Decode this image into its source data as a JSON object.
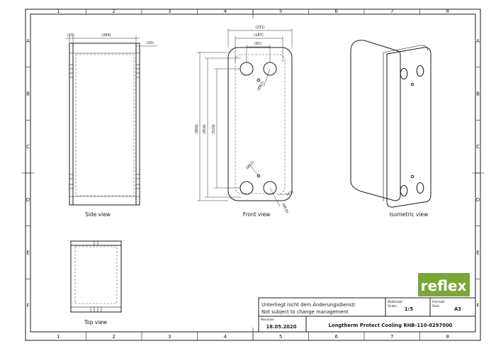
{
  "zones": {
    "columns": [
      "1",
      "2",
      "3",
      "4",
      "5",
      "6",
      "7",
      "8"
    ],
    "rows": [
      "A",
      "B",
      "C",
      "D",
      "E",
      "F"
    ]
  },
  "side_view": {
    "label": "Side view",
    "dims": {
      "left": "(20)",
      "width": "(289)",
      "right": "(20)"
    }
  },
  "front_view": {
    "label": "Front view",
    "dims": {
      "overall_width": "(231)",
      "port_span": "(187)",
      "port_gap": "(91)",
      "height_total": "(860)",
      "height_ports": "(816)",
      "height_inner": "(520)",
      "port_dia_top": "(Ø62)",
      "port_dia_mid": "(Ø12)",
      "chamfer": "(43)",
      "radius": "(99.9)"
    }
  },
  "isometric_view": {
    "label": "Isometric view"
  },
  "top_view": {
    "label": "Top view"
  },
  "logo": {
    "text": "reflex",
    "color": "#7aa63a"
  },
  "title_block": {
    "notice_de": "Unterliegt nicht dem Änderungsdienst/",
    "notice_en": "Not subject to change management",
    "scale_label": "Maßstab/",
    "scale_label2": "Scale:",
    "scale_value": "1:5",
    "format_label": "Format/",
    "format_label2": "Size:",
    "format_value": "A3",
    "revision_label": "Revision",
    "revision_value": "18.05.2020",
    "product": "Longtherm Protect Cooling RHB-110-8297000"
  }
}
